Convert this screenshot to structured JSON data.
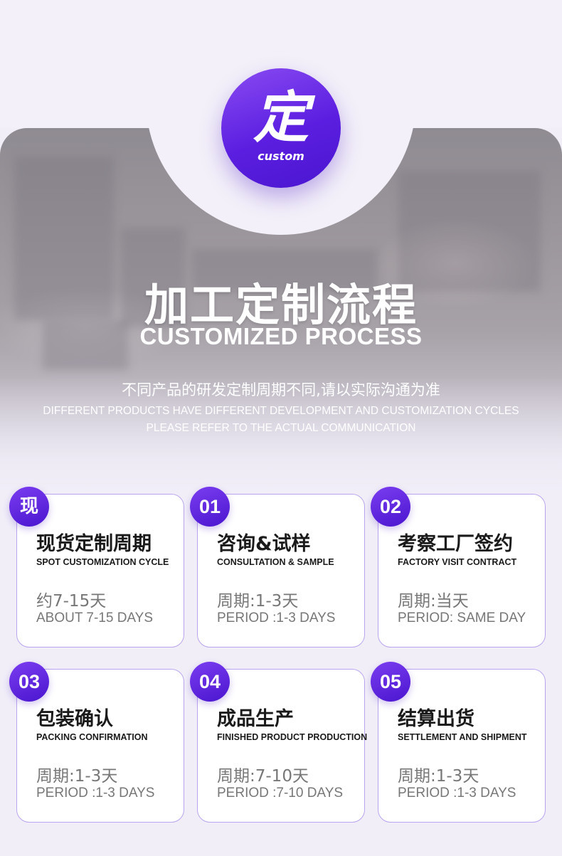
{
  "badge": {
    "char": "定",
    "word": "custom"
  },
  "title": {
    "cn": "加工定制流程",
    "en": "CUSTOMIZED PROCESS"
  },
  "subtitle": {
    "cn": "不同产品的研发定制周期不同,请以实际沟通为准",
    "en_line1": "DIFFERENT PRODUCTS HAVE DIFFERENT DEVELOPMENT AND CUSTOMIZATION CYCLES",
    "en_line2": "PLEASE REFER TO THE ACTUAL COMMUNICATION"
  },
  "colors": {
    "accent": "#5b1ee0",
    "accent_light": "#8a4cf2",
    "card_border": "#b9a4ef",
    "muted_text": "#777777"
  },
  "steps": [
    {
      "badge": "现",
      "name": "现货定制周期",
      "name_en": "SPOT CUSTOMIZATION CYCLE",
      "period": "约7-15天",
      "period_en": "ABOUT 7-15 DAYS"
    },
    {
      "badge": "01",
      "name": "咨询&试样",
      "name_en": "CONSULTATION & SAMPLE",
      "period": "周期:1-3天",
      "period_en": "PERIOD :1-3 DAYS"
    },
    {
      "badge": "02",
      "name": "考察工厂签约",
      "name_en": "FACTORY VISIT CONTRACT",
      "period": "周期:当天",
      "period_en": "PERIOD: SAME DAY"
    },
    {
      "badge": "03",
      "name": "包装确认",
      "name_en": "PACKING CONFIRMATION",
      "period": "周期:1-3天",
      "period_en": "PERIOD :1-3 DAYS"
    },
    {
      "badge": "04",
      "name": "成品生产",
      "name_en": "FINISHED PRODUCT PRODUCTION",
      "period": "周期:7-10天",
      "period_en": "PERIOD :7-10 DAYS"
    },
    {
      "badge": "05",
      "name": "结算出货",
      "name_en": "SETTLEMENT AND SHIPMENT",
      "period": "周期:1-3天",
      "period_en": "PERIOD :1-3 DAYS"
    }
  ]
}
